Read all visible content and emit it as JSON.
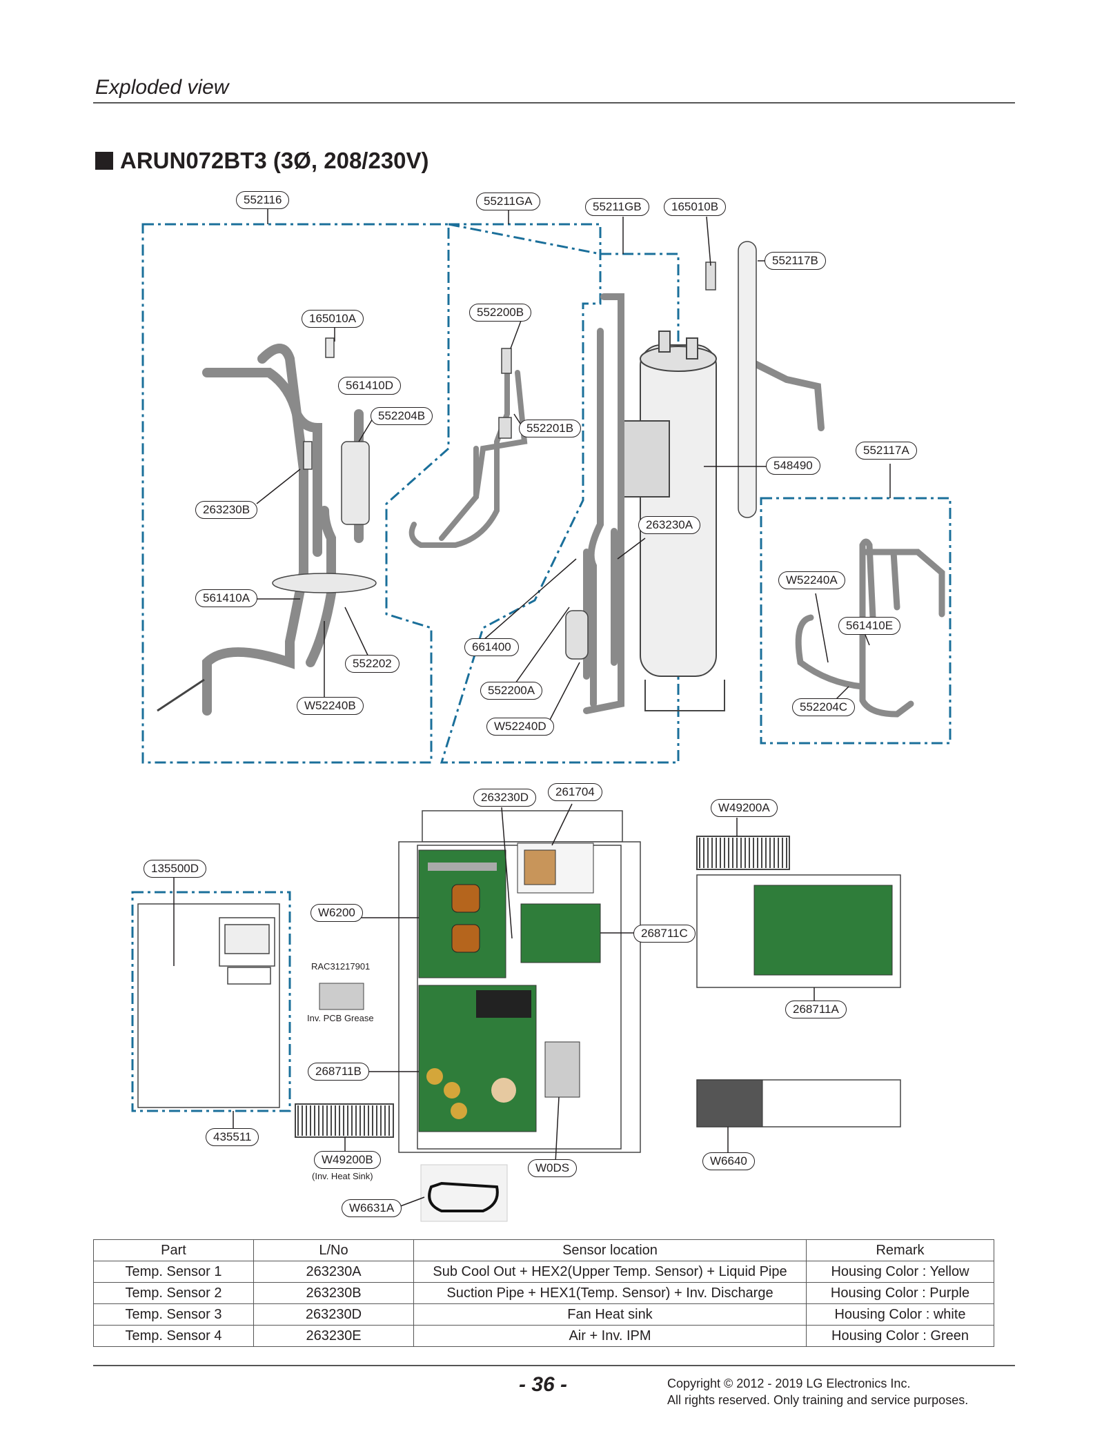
{
  "header": {
    "section": "Exploded view",
    "model_title": "ARUN072BT3 (3Ø, 208/230V)"
  },
  "labels": {
    "l552116": "552116",
    "l55211GA": "55211GA",
    "l55211GB": "55211GB",
    "l165010B": "165010B",
    "l552117B": "552117B",
    "l165010A": "165010A",
    "l552200B": "552200B",
    "l561410D": "561410D",
    "l552204B": "552204B",
    "l552201B": "552201B",
    "l552117A": "552117A",
    "l548490": "548490",
    "l263230B": "263230B",
    "l263230A": "263230A",
    "lW52240A": "W52240A",
    "l561410A": "561410A",
    "l561410E": "561410E",
    "l661400": "661400",
    "l552202": "552202",
    "l552200A": "552200A",
    "lW52240B": "W52240B",
    "l552204C": "552204C",
    "lW52240D": "W52240D",
    "l263230D": "263230D",
    "l261704": "261704",
    "lW49200A": "W49200A",
    "l135500D": "135500D",
    "lW6200": "W6200",
    "l268711C": "268711C",
    "lRAC": "RAC31217901",
    "lGrease": "Inv. PCB Grease",
    "l268711A": "268711A",
    "l268711B": "268711B",
    "l435511": "435511",
    "lW49200B": "W49200B",
    "lHeatSink": "(Inv. Heat Sink)",
    "lW0DS": "W0DS",
    "lW6640": "W6640",
    "lW6631A": "W6631A"
  },
  "table": {
    "headers": [
      "Part",
      "L/No",
      "Sensor location",
      "Remark"
    ],
    "rows": [
      [
        "Temp. Sensor 1",
        "263230A",
        "Sub Cool Out + HEX2(Upper Temp. Sensor) + Liquid Pipe",
        "Housing Color : Yellow"
      ],
      [
        "Temp. Sensor 2",
        "263230B",
        "Suction Pipe + HEX1(Temp. Sensor) + Inv. Discharge",
        "Housing Color : Purple"
      ],
      [
        "Temp. Sensor 3",
        "263230D",
        "Fan Heat sink",
        "Housing Color : white"
      ],
      [
        "Temp. Sensor 4",
        "263230E",
        "Air + Inv. IPM",
        "Housing Color : Green"
      ]
    ]
  },
  "footer": {
    "page": "- 36 -",
    "copyright_1": "Copyright © 2012 - 2019 LG Electronics Inc.",
    "copyright_2": "All rights reserved. Only training and service purposes."
  },
  "colors": {
    "dash_box": "#1a6f9a",
    "pcb_green": "#2f7d3a",
    "text": "#231f20"
  }
}
